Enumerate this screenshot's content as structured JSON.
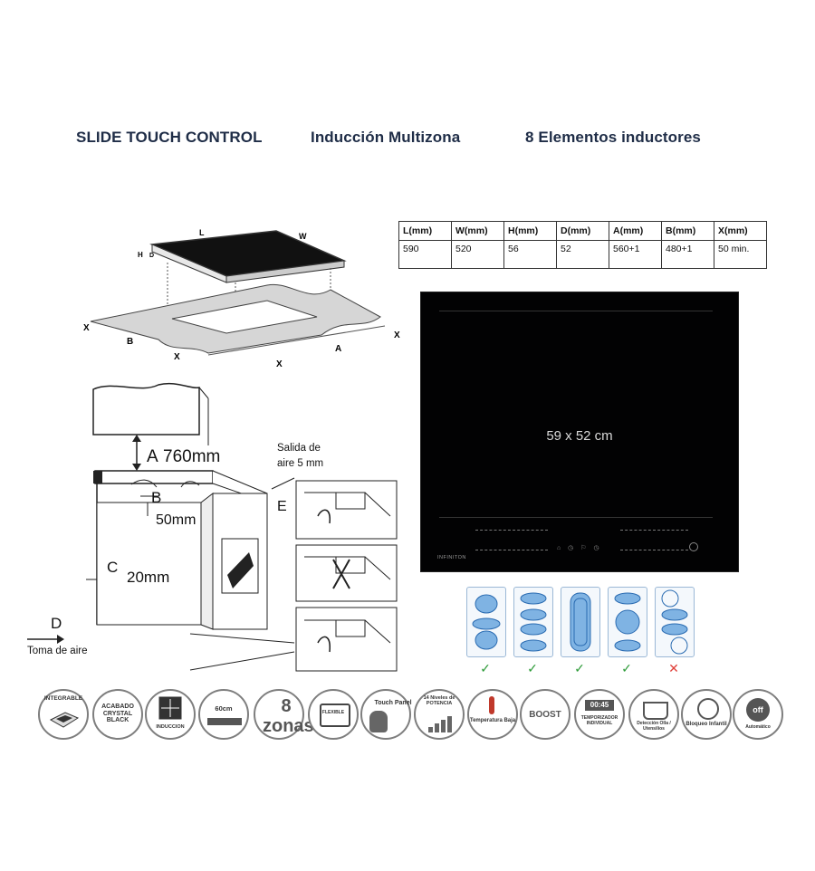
{
  "headlines": [
    "SLIDE TOUCH CONTROL",
    "Inducción Multizona",
    "8 Elementos inductores"
  ],
  "spec_table": {
    "headers": [
      "L(mm)",
      "W(mm)",
      "H(mm)",
      "D(mm)",
      "A(mm)",
      "B(mm)",
      "X(mm)"
    ],
    "values": [
      "590",
      "520",
      "56",
      "52",
      "560+1",
      "480+1",
      "50 min."
    ]
  },
  "top_diagram": {
    "l": "L",
    "w": "W",
    "h": "H",
    "d": "D",
    "x": "X",
    "a": "A",
    "b": "B"
  },
  "install_diagram": {
    "a_letter": "A",
    "a_value": "760mm",
    "b_letter": "B",
    "b_value": "50mm",
    "c_letter": "C",
    "c_value": "20mm",
    "d_letter": "D",
    "d_label": "Toma de aire",
    "e_letter": "E",
    "air_out": "Salida de aire 5 mm"
  },
  "hob": {
    "size_label": "59 x 52 cm",
    "brand": "INFINITON"
  },
  "zone_checks": [
    "✓",
    "✓",
    "✓",
    "✓",
    "✕"
  ],
  "features": [
    {
      "icon": "integrable-icon",
      "label": "INTEGRABLE"
    },
    {
      "icon": "crystal-black-icon",
      "label": "ACABADO CRYSTAL BLACK"
    },
    {
      "icon": "induction-icon",
      "label": "INDUCCION"
    },
    {
      "icon": "width-icon",
      "label": "60cm"
    },
    {
      "icon": "zones-icon",
      "label": "8 zonas"
    },
    {
      "icon": "flexible-icon",
      "label": "FLEXIBLE"
    },
    {
      "icon": "touch-icon",
      "label": "Touch Panel"
    },
    {
      "icon": "power-levels-icon",
      "label": "14 Niveles de POTENCIA"
    },
    {
      "icon": "low-temp-icon",
      "label": "Temperatura Baja"
    },
    {
      "icon": "boost-icon",
      "label": "BOOST"
    },
    {
      "icon": "timer-icon",
      "label": "TEMPORIZADOR INDIVIDUAL",
      "display": "00:45"
    },
    {
      "icon": "pan-detect-icon",
      "label": "Detección Olla / Utensilios"
    },
    {
      "icon": "child-lock-icon",
      "label": "Bloqueo Infantil"
    },
    {
      "icon": "auto-off-icon",
      "label": "Automático",
      "display": "off"
    }
  ]
}
